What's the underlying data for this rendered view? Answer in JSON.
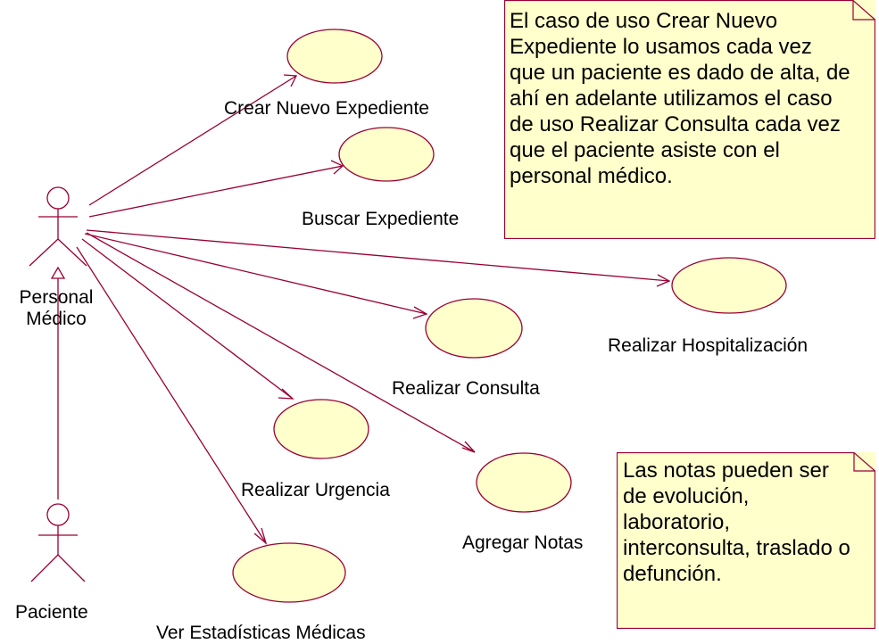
{
  "actors": {
    "personal_medico": {
      "name": "Personal Médico"
    },
    "paciente": {
      "name": "Paciente"
    }
  },
  "use_cases": [
    {
      "id": "crear",
      "name": "Crear Nuevo Expediente"
    },
    {
      "id": "buscar",
      "name": "Buscar Expediente"
    },
    {
      "id": "hospitalizacion",
      "name": "Realizar Hospitalización"
    },
    {
      "id": "consulta",
      "name": "Realizar Consulta"
    },
    {
      "id": "urgencia",
      "name": "Realizar Urgencia"
    },
    {
      "id": "notas",
      "name": "Agregar Notas"
    },
    {
      "id": "estadisticas",
      "name": "Ver Estadísticas Médicas"
    }
  ],
  "notes": [
    {
      "text": "El caso de uso Crear Nuevo Expediente lo usamos cada vez que un paciente es dado de alta, de ahí en adelante utilizamos el caso de uso Realizar Consulta cada vez que el paciente asiste con el personal médico."
    },
    {
      "text": "Las notas pueden ser de evolución, laboratorio, interconsulta, traslado o defunción."
    }
  ],
  "colors": {
    "line": "#990033",
    "ellipse_fill": "#ffffcc",
    "note_fill": "#ffffcc"
  }
}
